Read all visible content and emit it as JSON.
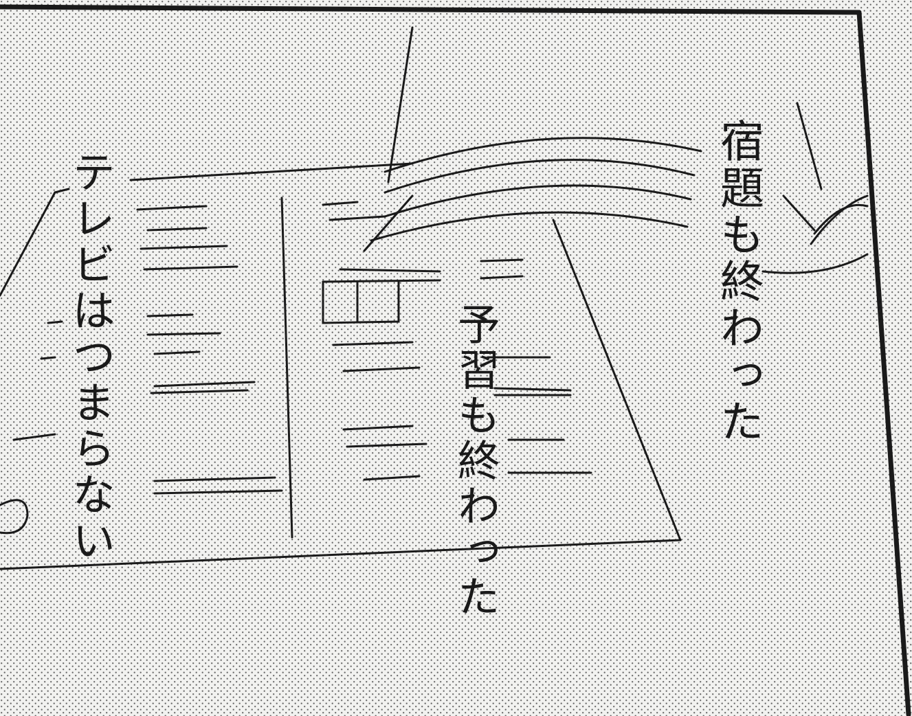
{
  "texts": {
    "homework_done": "宿題も終わった",
    "preview_done": "予習も終わった",
    "tv_boring": "テレビはつまらない"
  },
  "colors": {
    "ink": "#1a1a1a",
    "paper": "#f2f2f0",
    "tone_dot": "#6a6a6a"
  }
}
